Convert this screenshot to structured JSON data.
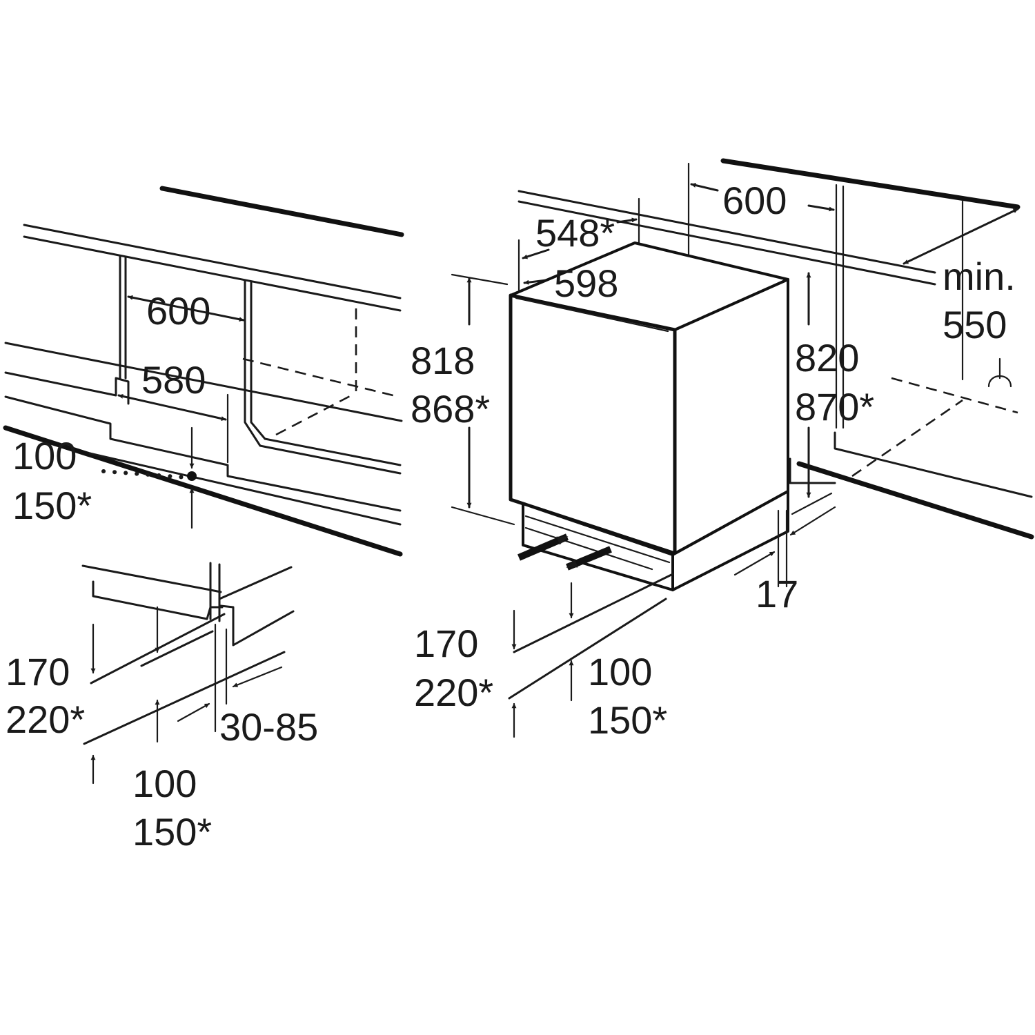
{
  "left_view": {
    "niche_width": "600",
    "inner_width": "580",
    "vent_height": "100",
    "vent_height_alt": "150*"
  },
  "plinth_detail": {
    "plinth_height": "170",
    "plinth_height_alt": "220*",
    "plinth_offset": "30-85",
    "vent_gap": "100",
    "vent_gap_alt": "150*"
  },
  "right_view": {
    "niche_width": "600",
    "depth": "548*",
    "width": "598",
    "height": "818",
    "height_alt": "868*",
    "niche_height": "820",
    "niche_height_alt": "870*",
    "min_label": "min.",
    "min_depth": "550",
    "plinth_recess": "17",
    "plinth_height": "170",
    "plinth_height_alt": "220*",
    "vent_gap": "100",
    "vent_gap_alt": "150*"
  }
}
